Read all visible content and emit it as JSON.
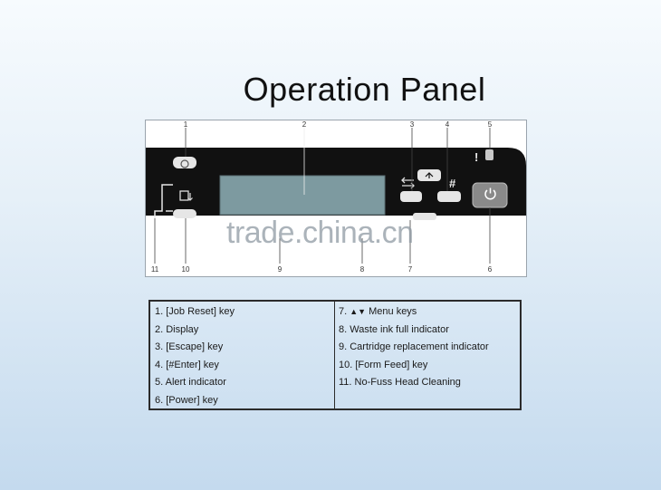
{
  "title": "Operation Panel",
  "watermark": "trade.china.cn",
  "callouts": {
    "top": [
      "1",
      "2",
      "3",
      "4",
      "5"
    ],
    "bottom": [
      "11",
      "10",
      "9",
      "8",
      "7",
      "6"
    ]
  },
  "icons": {
    "job_reset": "job-reset-icon",
    "form_feed": "form-feed-icon",
    "escape": "escape-arrow-icon",
    "enter": "hash-icon",
    "alert": "exclamation-icon",
    "power": "power-icon"
  },
  "legend": {
    "left": [
      "1. [Job Reset] key",
      "2. Display",
      "3. [Escape] key",
      "4. [#Enter] key",
      "5. Alert indicator",
      "6. [Power] key"
    ],
    "menu_keys_prefix": "7. ",
    "menu_keys_arrows": "▲▼",
    "menu_keys_suffix": " Menu keys",
    "right": [
      "8. Waste ink full indicator",
      "9. Cartridge replacement indicator",
      "10. [Form Feed] key",
      "11. No-Fuss Head Cleaning"
    ]
  },
  "colors": {
    "panel_body": "#111111",
    "display": "#7d9aa0",
    "key": "#e6e6e6",
    "power_key": "#8a8a8a",
    "alert_led": "#c8c8c8"
  }
}
